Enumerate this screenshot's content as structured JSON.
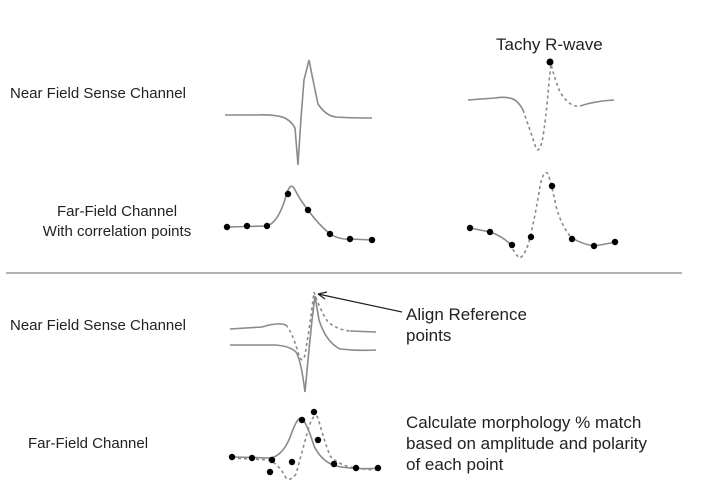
{
  "labels": {
    "near_field_top": "Near Field  Sense Channel",
    "far_field_top_line1": "Far-Field Channel",
    "far_field_top_line2": "With correlation points",
    "near_field_bottom": "Near Field  Sense Channel",
    "far_field_bottom": "Far-Field Channel",
    "tachy_title": "Tachy R-wave"
  },
  "annotations": {
    "align_line1": "Align Reference",
    "align_line2": "points",
    "calc_line1": "Calculate morphology % match",
    "calc_line2": "based on amplitude and polarity",
    "calc_line3": "of each point"
  },
  "colors": {
    "trace": "#8a8a8a",
    "point": "#000000",
    "separator": "#999999"
  }
}
